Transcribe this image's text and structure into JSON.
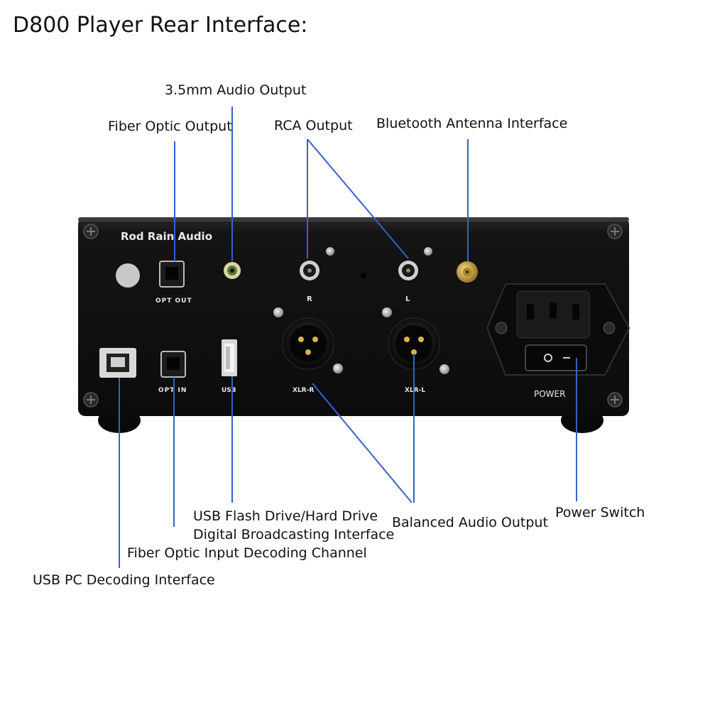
{
  "title": "D800 Player Rear Interface:",
  "callouts": {
    "audio_35mm": "3.5mm Audio Output",
    "fiber_optic_output": "Fiber Optic Output",
    "rca_output": "RCA Output",
    "bluetooth_antenna": "Bluetooth Antenna Interface",
    "usb_flash_line1": "USB Flash Drive/Hard Drive",
    "usb_flash_line2": "Digital Broadcasting Interface",
    "balanced_audio_output": "Balanced Audio Output",
    "power_switch": "Power Switch",
    "fiber_optic_input": "Fiber Optic Input Decoding Channel",
    "usb_pc_decoding": "USB PC Decoding Interface"
  },
  "panel": {
    "brand": "Rod Rain Audio",
    "opt_out": "OPT  OUT",
    "opt_in": "OPT   IN",
    "usb": "USB",
    "rca_r": "R",
    "rca_l": "L",
    "xlr_r": "XLR-R",
    "xlr_l": "XLR-L",
    "power": "POWER"
  },
  "colors": {
    "leader_line": "#3a5fcd",
    "panel": "#141414",
    "gold": "#c9a24a"
  }
}
